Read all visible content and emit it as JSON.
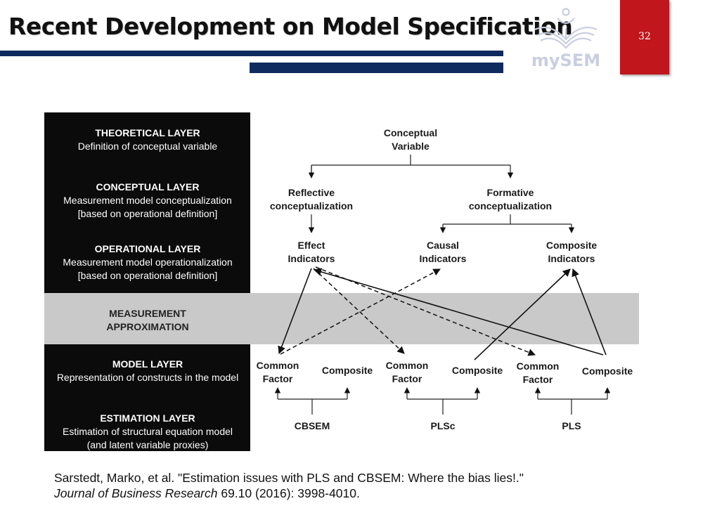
{
  "slide": {
    "title": "Recent Development on Model Specification",
    "page_number": "32",
    "logo_text": "mySEM"
  },
  "diagram": {
    "layers": [
      {
        "name": "THEORETICAL LAYER",
        "desc": [
          "Definition of conceptual variable"
        ]
      },
      {
        "name": "CONCEPTUAL LAYER",
        "desc": [
          "Measurement model conceptualization",
          "[based on operational definition]"
        ]
      },
      {
        "name": "OPERATIONAL LAYER",
        "desc": [
          "Measurement model operationalization",
          "[based on operational definition]"
        ]
      },
      {
        "name": "MEASUREMENT",
        "desc": [
          "APPROXIMATION"
        ]
      },
      {
        "name": "MODEL LAYER",
        "desc": [
          "Representation of constructs in the model"
        ]
      },
      {
        "name": "ESTIMATION LAYER",
        "desc": [
          "Estimation of structural equation model",
          "(and latent variable proxies)"
        ]
      }
    ],
    "nodes": {
      "conceptual_variable": [
        "Conceptual",
        "Variable"
      ],
      "reflective": [
        "Reflective",
        "conceptualization"
      ],
      "formative": [
        "Formative",
        "conceptualization"
      ],
      "effect_indicators": [
        "Effect",
        "Indicators"
      ],
      "causal_indicators": [
        "Causal",
        "Indicators"
      ],
      "composite_indicators": [
        "Composite",
        "Indicators"
      ],
      "common_factor_1": [
        "Common",
        "Factor"
      ],
      "composite_1": [
        "Composite"
      ],
      "common_factor_2": [
        "Common",
        "Factor"
      ],
      "composite_2": [
        "Composite"
      ],
      "common_factor_3": [
        "Common",
        "Factor"
      ],
      "composite_3": [
        "Composite"
      ],
      "cbsem": [
        "CBSEM"
      ],
      "plsc": [
        "PLSc"
      ],
      "pls": [
        "PLS"
      ]
    }
  },
  "citation": {
    "part1": "Sarstedt, Marko, et al. \"Estimation issues with PLS and CBSEM: Where the bias lies!.\" ",
    "journal": "Journal of Business Research",
    "part2": " 69.10 (2016): 3998-4010."
  }
}
